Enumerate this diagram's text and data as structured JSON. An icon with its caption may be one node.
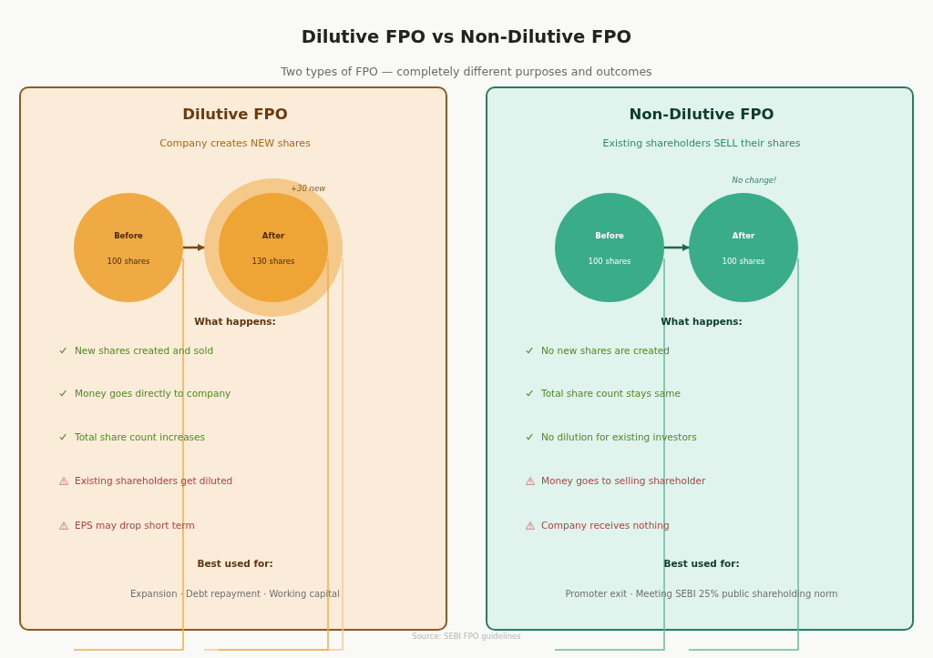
{
  "diagram": {
    "title": "Dilutive FPO vs Non-Dilutive FPO",
    "nodes": [
      {
        "text": [
          "Dilutive FPO",
          "Company creates NEW shares",
          "What happens:",
          "New shares created and sold",
          "Money goes directly to company",
          "Total share count increases",
          "Existing shareholders get diluted",
          "EPS may drop short term",
          "Best used for:",
          "Expansion · Debt repayment · Working capital"
        ]
      },
      {
        "text": [
          "Before",
          "100 shares"
        ],
        "in": 0
      },
      {
        "text": [],
        "shape": "circle",
        "in": 0,
        "beside": [
          "+30 new"
        ]
      },
      {
        "text": [
          "After",
          "130 shares"
        ],
        "in": 2
      },
      {
        "text": [
          "Non-Dilutive FPO",
          "Existing shareholders SELL their shares",
          "What happens:",
          "No new shares are created",
          "Total share count stays same",
          "No dilution for existing investors",
          "Money goes to selling shareholder",
          "Company receives nothing",
          "Best used for:",
          "Promoter exit · Meeting SEBI 25% public shareholding norm"
        ]
      },
      {
        "text": [
          "Before",
          "100 shares"
        ],
        "in": 4
      },
      {
        "text": [
          "After",
          "100 shares"
        ],
        "in": 4,
        "beside": [
          "No change!"
        ]
      }
    ],
    "edges": [
      {
        "from": 1,
        "to": 2,
        "arrow": "to",
        "color": "#7a4a12"
      },
      {
        "from": 5,
        "to": 6,
        "arrow": "to",
        "color": "#1b6a4f"
      }
    ],
    "labels": [
      "Two types of FPO — completely different purposes and outcomes",
      "Source: SEBI FPO guidelines"
    ]
  }
}
